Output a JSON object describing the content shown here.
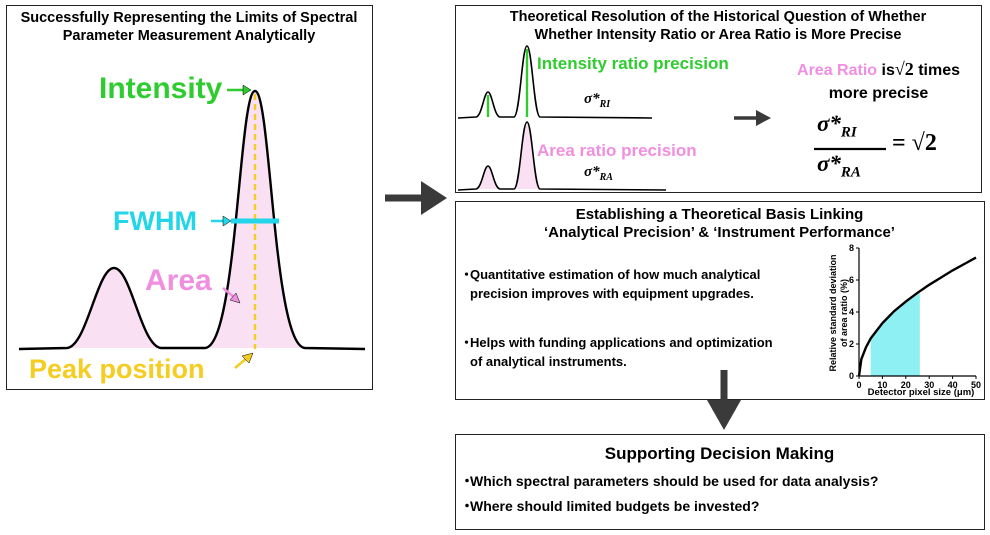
{
  "left_panel": {
    "title_line1": "Successfully Representing the Limits of Spectral",
    "title_line2": "Parameter Measurement Analytically",
    "label_intensity": "Intensity",
    "label_fwhm": "FWHM",
    "label_area": "Area",
    "label_peak_position": "Peak position",
    "colors": {
      "intensity": "#2ecc2e",
      "fwhm": "#22d5e8",
      "area": "#f08ee0",
      "peak_position": "#f5cc20",
      "fill": "#f9e0f2"
    }
  },
  "top_right_panel": {
    "title_line1": "Theoretical Resolution of the Historical Question of Whether",
    "title_line2": "Whether Intensity Ratio or Area Ratio is More Precise",
    "intensity_ratio_label": "Intensity ratio precision",
    "area_ratio_label": "Area ratio precision",
    "sigma_symbol": "σ*",
    "sub_ri": "RI",
    "sub_ra": "RA",
    "result_area_ratio": "Area Ratio",
    "result_is": "is",
    "result_sqrt2": "√2",
    "result_times": "times",
    "result_line2": "more precise",
    "equation_rhs": "= √2"
  },
  "middle_right_panel": {
    "title_line1": "Establishing a Theoretical Basis Linking",
    "title_line2": "‘Analytical Precision’ & ‘Instrument Performance’",
    "bullet_dot": "・",
    "bullet1_line1": "Quantitative estimation of how much analytical",
    "bullet1_line2": "precision improves with equipment upgrades.",
    "bullet2_line1": "Helps with funding applications and optimization",
    "bullet2_line2": "of analytical instruments."
  },
  "bottom_right_panel": {
    "title": "Supporting Decision Making",
    "bullet_dot": "・",
    "bullet1": "Which spectral parameters should be used for data analysis?",
    "bullet2": "Where should limited budgets be invested?"
  },
  "chart_data": {
    "type": "line",
    "xlabel": "Detector pixel size (μm)",
    "ylabel_line1": "Relative standard deviation",
    "ylabel_line2": "of area ratio (%)",
    "xlim": [
      0,
      50
    ],
    "ylim": [
      0,
      8
    ],
    "xticks": [
      "0",
      "10",
      "20",
      "30",
      "40",
      "50"
    ],
    "yticks": [
      "0",
      "2",
      "4",
      "6",
      "8"
    ],
    "x": [
      0,
      1,
      3,
      5,
      10,
      15,
      20,
      25,
      30,
      35,
      40,
      45,
      50
    ],
    "y": [
      0,
      1.05,
      1.8,
      2.35,
      3.3,
      4.05,
      4.65,
      5.2,
      5.7,
      6.15,
      6.6,
      7.0,
      7.4
    ],
    "highlight_range": [
      5,
      26
    ],
    "highlight_color": "#8ff0f4",
    "line_color": "#000000"
  }
}
